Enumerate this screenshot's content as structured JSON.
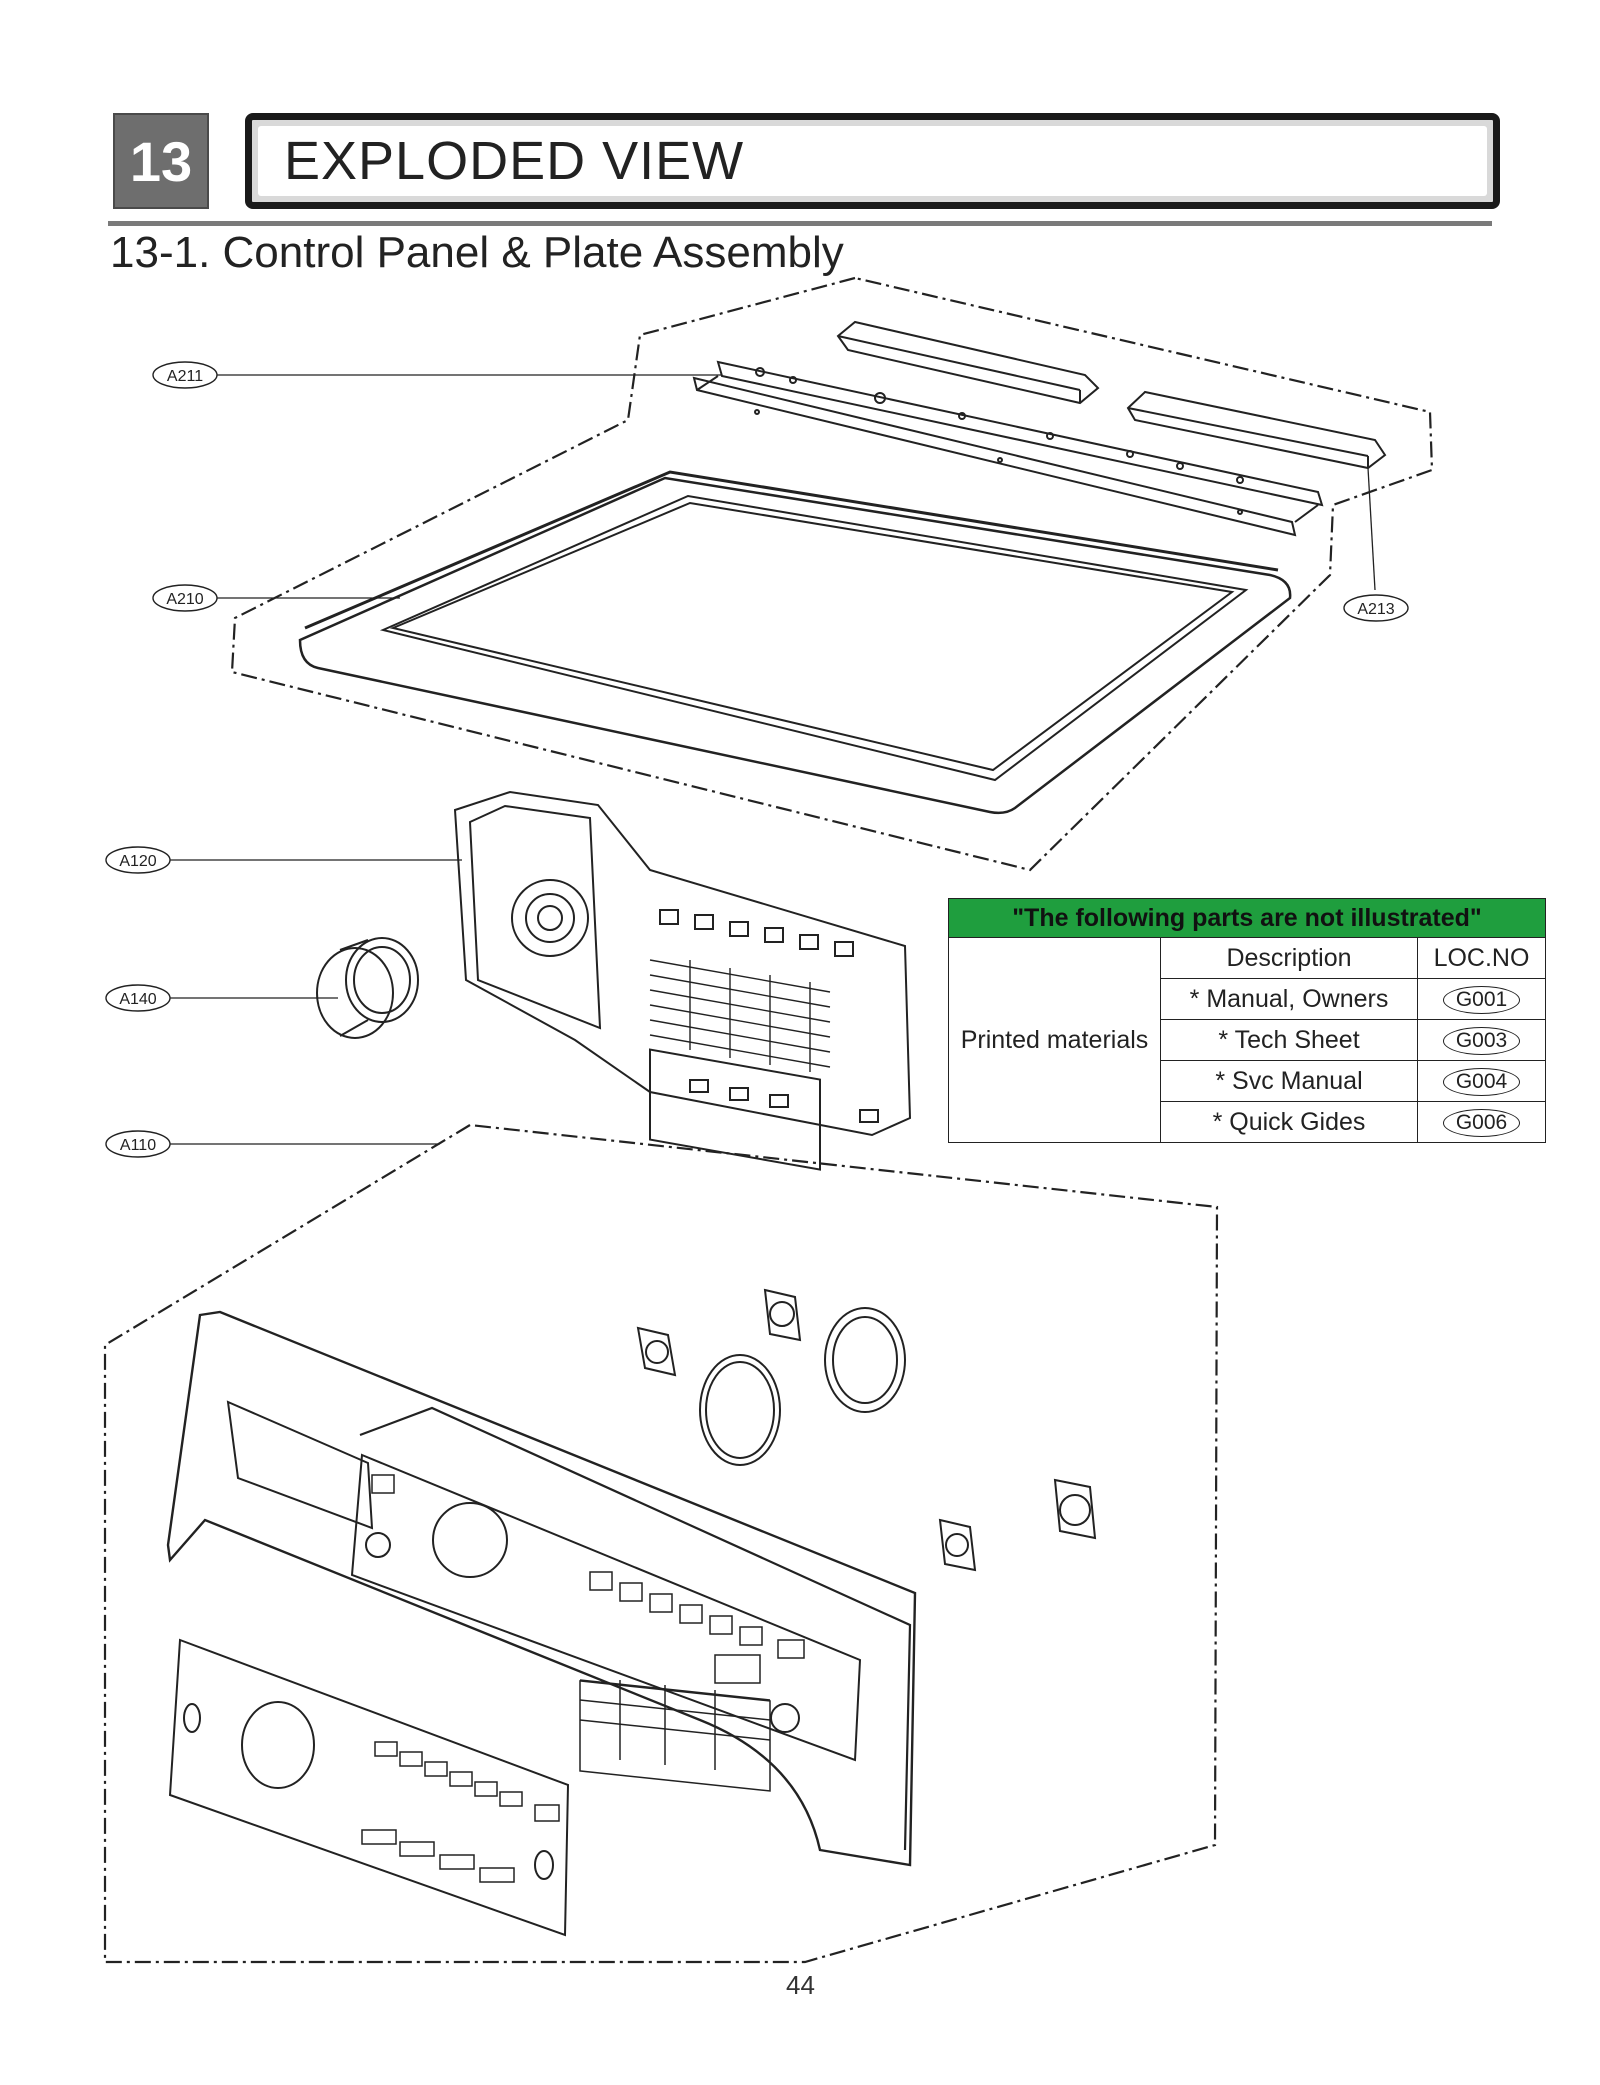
{
  "header": {
    "chapter_number": "13",
    "chapter_title": "EXPLODED VIEW",
    "section_title": "13-1. Control Panel & Plate Assembly"
  },
  "callouts": {
    "a211": "A211",
    "a210": "A210",
    "a213": "A213",
    "a120": "A120",
    "a140": "A140",
    "a110": "A110"
  },
  "not_illustrated": {
    "heading": "\"The following parts are not illustrated\"",
    "group_label": "Printed materials",
    "col_description": "Description",
    "col_loc": "LOC.NO",
    "header_color": "#1f9e3e",
    "rows": [
      {
        "description": "* Manual, Owners",
        "loc": "G001"
      },
      {
        "description": "* Tech Sheet",
        "loc": "G003"
      },
      {
        "description": "* Svc Manual",
        "loc": "G004"
      },
      {
        "description": "* Quick Gides",
        "loc": "G006"
      }
    ]
  },
  "footer": {
    "page_number": "44"
  }
}
